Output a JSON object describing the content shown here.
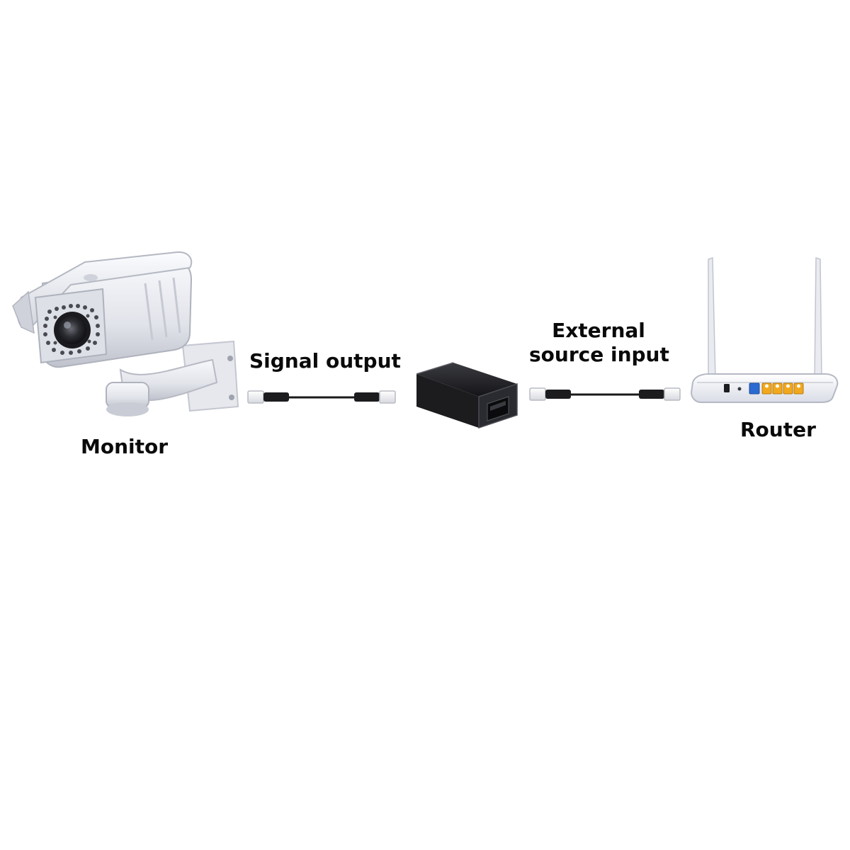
{
  "labels": {
    "monitor": "Monitor",
    "signal_output": "Signal output",
    "external_line1": "External",
    "external_line2": "source input",
    "router": "Router"
  },
  "colors": {
    "background": "#ffffff",
    "text": "#0a0a0a",
    "camera_body": "#e8e9ee",
    "camera_shadow": "#b9bcc6",
    "adapter": "#1f1f22",
    "router_body": "#eceef4",
    "router_ports": "#f2a81d",
    "router_port_blue": "#2a6bd1",
    "cable": "#1a1a1a"
  },
  "icons": [
    "security-camera-icon",
    "ethernet-cable-icon",
    "poe-adapter-icon",
    "wifi-router-icon"
  ]
}
